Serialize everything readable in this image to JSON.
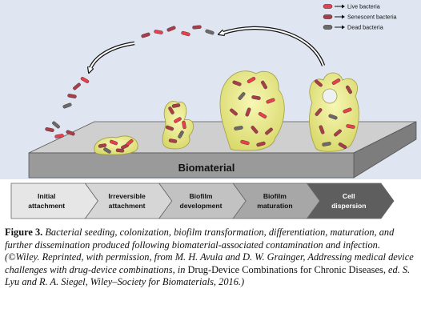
{
  "legend": {
    "items": [
      {
        "label": "Live bacteria",
        "color": "#e8404f"
      },
      {
        "label": "Senescent bacteria",
        "color": "#a83e4a"
      },
      {
        "label": "Dead bacteria",
        "color": "#6a6a6a"
      }
    ]
  },
  "substrate_label": "Biomaterial",
  "stages": [
    {
      "line1": "Initial",
      "line2": "attachment",
      "fill": "#e6e6e6"
    },
    {
      "line1": "Irreversible",
      "line2": "attachment",
      "fill": "#d6d6d6"
    },
    {
      "line1": "Biofilm",
      "line2": "development",
      "fill": "#c2c2c2"
    },
    {
      "line1": "Biofilm",
      "line2": "maturation",
      "fill": "#a7a7a7"
    },
    {
      "line1": "Cell",
      "line2": "dispersion",
      "fill": "#5e5e5e"
    }
  ],
  "colors": {
    "background": "#dfe6f2",
    "biofilm": "#eeee8e",
    "substrate_top": "#cfcfcf",
    "substrate_front": "#9a9a9a"
  },
  "caption": {
    "figure_label": "Figure 3.",
    "part1": " Bacterial seeding, colonization, biofilm transformation, differentiation, maturation, and further dissemination produced following biomaterial-associated contamination and infection. (©Wiley. Reprinted, with permission, from M. H. Avula and D. W. Grainger, Addressing medical device challenges with drug-device combinations, in ",
    "book": "Drug-Device Combinations for Chronic Diseases",
    "part2": ", ed. S. Lyu and R. A. Siegel, Wiley–Society for Biomaterials, 2016.)"
  }
}
